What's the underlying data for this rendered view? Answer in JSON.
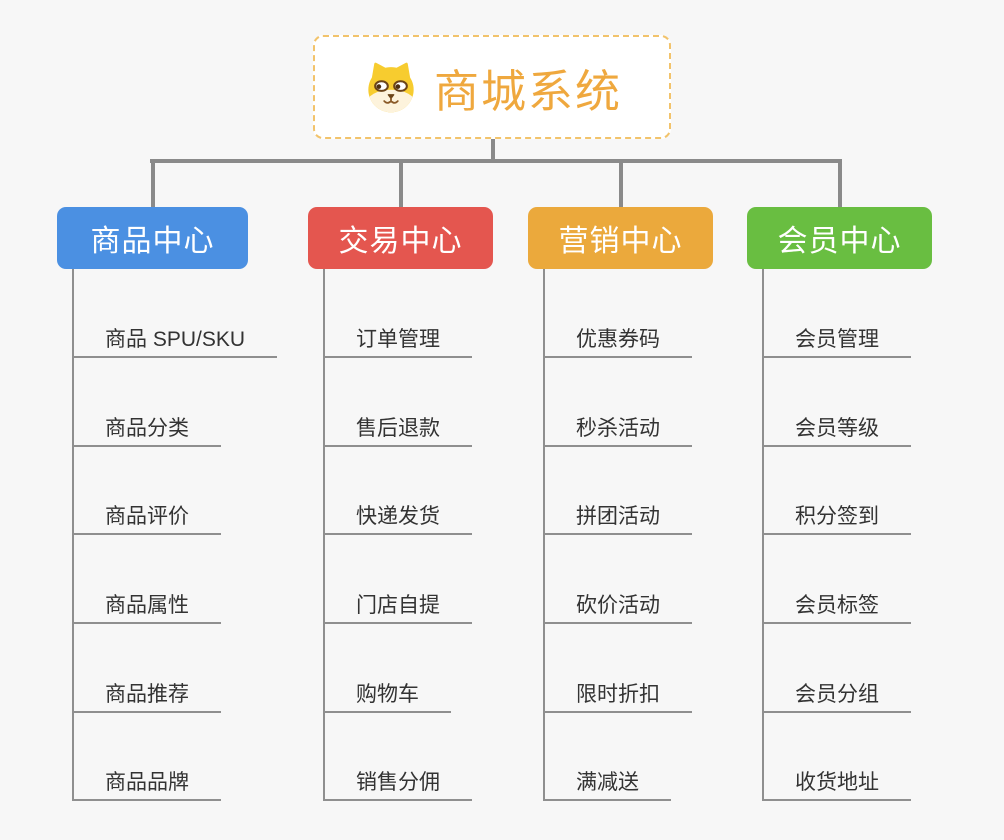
{
  "root": {
    "title": "商城系统",
    "icon": "shiba-dog-icon"
  },
  "colors": {
    "background": "#f7f7f7",
    "connector": "#8a8a8a",
    "item_line": "#8f8f8f",
    "item_text": "#333333",
    "root_text": "#efa83e",
    "root_border": "#f2c36b",
    "root_bg": "#ffffff"
  },
  "branches": [
    {
      "label": "商品中心",
      "color": "#4b90e2",
      "children": [
        "商品 SPU/SKU",
        "商品分类",
        "商品评价",
        "商品属性",
        "商品推荐",
        "商品品牌"
      ]
    },
    {
      "label": "交易中心",
      "color": "#e4564f",
      "children": [
        "订单管理",
        "售后退款",
        "快递发货",
        "门店自提",
        "购物车",
        "销售分佣"
      ]
    },
    {
      "label": "营销中心",
      "color": "#eba93c",
      "children": [
        "优惠券码",
        "秒杀活动",
        "拼团活动",
        "砍价活动",
        "限时折扣",
        "满减送"
      ]
    },
    {
      "label": "会员中心",
      "color": "#69be41",
      "children": [
        "会员管理",
        "会员等级",
        "积分签到",
        "会员标签",
        "会员分组",
        "收货地址"
      ]
    }
  ]
}
